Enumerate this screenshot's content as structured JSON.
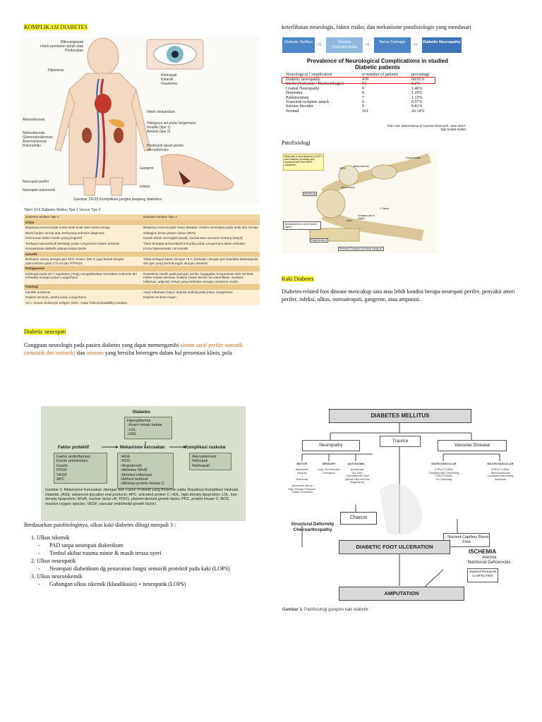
{
  "left_top": {
    "heading": "KOMPLIKASI DIABETES",
    "figure_caption": "Gambar 19-25 Komplikasi jangka panjang diabetes.",
    "anatomy_labels": {
      "mikroangiopati": "Mikroangiopati",
      "infark": "Infark pembuluh darah otak",
      "perdarahan": "Perdarahan",
      "hipertensi": "Hipertensi",
      "retinopati": "Retinopati",
      "katarak": "Katarak",
      "glaukoma": "Glaukoma",
      "infark_miokardium": "Infark miokardium",
      "aterosklerosis": "Aterosklerosis",
      "hilangnya_sel": "Hilangnya sel pulau langerhans",
      "insulitis": "Insulitis (tipe 1)",
      "amiloid": "Amiloid (tipe 2)",
      "nefrosklerosis": "Nefrosklerosis",
      "glomerulosklerosis": "Glomerulosklerosis",
      "arteriosklerosis": "Arteriosklerosis",
      "pielonefritis": "Pielonefritis",
      "pembuluh_darah_perifer": "Pembuluh darah perifer",
      "aterosklerosis2": "aterosklerosis",
      "gangren": "Gangren",
      "infeksi": "Infeksi",
      "neuropati_perifer": "Neuropati perifer",
      "neuropati_otonomik": "Neuropati autonomik"
    },
    "table": {
      "title": "Tabel 19-6 Diabetes Melitus Tipe 1 Versus Tipe 2",
      "col1": "Diabetes Melitus Tipe 1",
      "col2": "Diabetes Melitus Tipe 2",
      "sections": [
        {
          "name": "Klinis",
          "rows": [
            [
              "Biasanya muncul pada masa anak-anak atau masa remaja",
              "Biasanya muncul pada masa dewasa; insiden meningkat pada anak dan remaja"
            ],
            [
              "Berat badan normal atau berkurang sebelum diagnosis",
              "Sebagian besar pasien obese (80%)"
            ],
            [
              "Penurunan kadar insulin yang progresif",
              "Insulin darah meningkat (awal); normal atau menurun sedang (lanjut)"
            ],
            [
              "Terdapat autoantibodi terhadap pulau Langerhans dalam sirkulasi",
              "Tidak terdapat autoantibodi terhadap pulau Langerhans dalam sirkulasi"
            ],
            [
              "Ketoasidosis diabetik adanya tanpa insulin",
              "Koma hiperosmolar non-ketotik"
            ]
          ]
        },
        {
          "name": "Genetik",
          "rows": [
            [
              "Berkaitan utama dengan gen MHC kelas I dan II; juga terkait dengan polimorfisme pada CTLA4 dan PTPN22",
              "Tidak terdapat kaitan dengan HLA; berkaitan dengan gen kandidat diabetogenik dan gen yang berhubungan dengan obesitas"
            ]
          ]
        },
        {
          "name": "Patogenesis",
          "rows": [
            [
              "Disfungsi pada sel T regulatory (Treg) mengakibatkan kerusakan toleransi diri terhadap autogen pulau Langerhans",
              "Resistensi insulin pada jaringan perifer, kegagalan kompensasi oleh sel beta Faktor terkait obesitas multipel (asam lemak non-esterifikasi, mediator inflamasi, adiposit) terkait yang berkaitan dengan resistensi insulin"
            ]
          ]
        },
        {
          "name": "Patologi",
          "rows": [
            [
              "Insulitis autoimun",
              "Awal: inflamasi; lanjut: deposit amiloid pada pulau Langerhans"
            ],
            [
              "Deplesi sel beta, atrofia pulau Langerhans",
              "Deplesi sel beta ringan"
            ]
          ]
        }
      ],
      "footnote": "HLA, human leukocyte antigen; MHC, major histocompatibility complex."
    },
    "subheading": "Diabetic neuropati",
    "para_pre": "Gangguan neurologis pada pasien diabetes yang dapat memengaruhi ",
    "para_orange1": "sistem saraf perifer somatik (sensorik dan motorik)",
    "para_mid": " dan ",
    "para_orange2": "otonom",
    "para_post": " yang bersifat heterogen dalam hal presentasi klinis, pola"
  },
  "right_top": {
    "continuation": "keterlibatan neurologis, faktor risiko, dan mekanisme patofisiologis yang mendasari",
    "flow": [
      "Diabetic Mellitus",
      "Chronic hyperglycemia",
      "Nerve Damage",
      "Diabetic Neuropathy"
    ],
    "prevalence_title": "Prevalence of Neurological Complications in studied Diabetic patients",
    "prevalence_headers": [
      "Neurological  Complication",
      "n=number of patients",
      "percentage"
    ],
    "prevalence_rows": [
      [
        "Diabetic neuropathy",
        "439",
        "68.01%"
      ],
      [
        "Stroke  (Ischemic / Haemorrhagic)",
        "53",
        "8.2%"
      ],
      [
        "Cranial Neuropathy",
        "9",
        "1.46%"
      ],
      [
        "Dementia",
        "8",
        "1.29%"
      ],
      [
        "Parkinsonism",
        "7",
        "1.13%"
      ],
      [
        "Transient ischemic attack",
        "6",
        "0.97%"
      ],
      [
        "Seizure disorder",
        "5",
        "0.81%"
      ],
      [
        "Normal",
        "161",
        "26.14%"
      ]
    ],
    "prevalence_source": "Irfan Gul. International of Current Research. June 2017; 9(6):51960-51964",
    "patofisiologi_label": "Patofisiologi",
    "path_labels": {
      "reduction": "Reduction in neurotrophism (CNTF) and Ensteline synthesis and increased HSP and PARP expression",
      "drg": "DRG",
      "motor": "Motor neurons",
      "dorsal": "Dorsal bundle",
      "spinal": "Spinal nerve",
      "ischaemia": "Ischaemia",
      "c_fibres": "C fibres",
      "schwann": "Schwann cell or myelin",
      "axon": "Axon",
      "demyelination": "Demyelination (in more severe cases)",
      "degeneration": "Degeneration",
      "reduced": "Reduced Schwann cell axon transport"
    },
    "kaki_heading": "Kaki Diabetes",
    "kaki_para": "Diabetes-related foot disease mencakup satu atau lebih kondisi berupa neuropati perifer, penyakit arteri perifer, infeksi, ulkus, osteoatropati, gangrene, atau amputasi."
  },
  "left_bottom": {
    "mech": {
      "title": "Diabetes",
      "top_box": "Hiperglikemia\n↑Asam lemak bebas\n↑LDL\n↓HDL",
      "col1_head": "Faktor protektif",
      "col2_head": "Mekanisme kerusakan",
      "col3_head": "Komplikasi vaskular",
      "col1_box": "Faktor antiinflamasi\nEnzim antioksidan\nInsulin\nPDGF\nVEGF\nAPC",
      "col2_box": "↑AGE\n↑ROS\n↑Angiotensin\n↑Aktivitas NFκB\n↑Molekul inflamasi\n↑Adhesi leukosit\n↑Aktivasi protein kinase C",
      "col3_box": "Aterosklerosis\nNefropati\nRetinopati",
      "caption": "Gambar 3. Mekanisme Kerusakan Jaringan dan Faktor Protektif yang Berperan pada Terjadinya Komplikasi Vaskular Diabetik. (AGE, advanced glycation end-products; APC, activated protein C; HDL, high-density lipoprotein; LDL, low-density lipoprotein; NFκB, nuclear factor κB; PDFG, platelet-derived growth factor; PKC, protein kinase C; ROS, reactive oxygen species; VEGF, vascular endothelial growth factor)"
    },
    "intro": "Berdasarkan patobiologinya, ulkus kaki diabetes dibagi menjadi 3 :",
    "list": [
      {
        "title": "Ulkus iskemik",
        "items": [
          "PAD tanpa neuropati diabetikum",
          "Timbul akibat trauma minor & masih terasa nyeri"
        ]
      },
      {
        "title": "Ulkus neuropatik",
        "items": [
          "Neuropati diabetikum dg penurunan fungsi sensorik protektif pada kaki (LOPS)"
        ]
      },
      {
        "title": "Ulkus neuroiskemik",
        "items": [
          "Gabungan ulkus iskemik (klaudikasio) + neuropatik (LOPS)"
        ]
      }
    ]
  },
  "right_bottom": {
    "dm": "DIABETES MELLITUS",
    "neuropathy": "Neuropathy",
    "trauma": "Trauma",
    "vascular": "Vascular Disease",
    "motor": "MOTOR",
    "sensory": "SENSORY",
    "autonomic": "AUTONOMIC",
    "microvascular": "MICROVASCULAR",
    "macrovascular": "MACROVASCULAR",
    "motor_sub": "Weakness\nAtrophy\n↓\nDeformity\n↓\nAbnormal Stress\nHigh Plantar Pressure\nCallus Formation",
    "sensory_sub": "Loss of Protective Sensation",
    "autonomic_sub": "Anhidrosis\nDry Skin\n↓ Sympathetic Tone\n(Altered Blood Flow Regulation)",
    "micro_sub": "STRUCTURAL\nCapillary BM Thickening\nFUNCTIONAL\nAV Shunting",
    "macro_sub": "STRUCTURAL\nAtherosclerosis\nOcclusive Narrowing\nIschemia",
    "charcot": "Charcot",
    "structural": "Structural Deformity\nCheiroarthropathy",
    "nutrient": "↓ Nutrient Capillary Blood Flow",
    "ischemia": "ISCHEMIA",
    "dfu": "DIABETIC FOOT ULCERATION",
    "anemia": "Anemia\nNutritional Deficiencies",
    "impaired": "Impaired Response to INFECTION",
    "amputation": "AMPUTATION",
    "caption_bold": "Gambar 1.",
    "caption": " Patofisiologi gangren kaki diabetik"
  }
}
